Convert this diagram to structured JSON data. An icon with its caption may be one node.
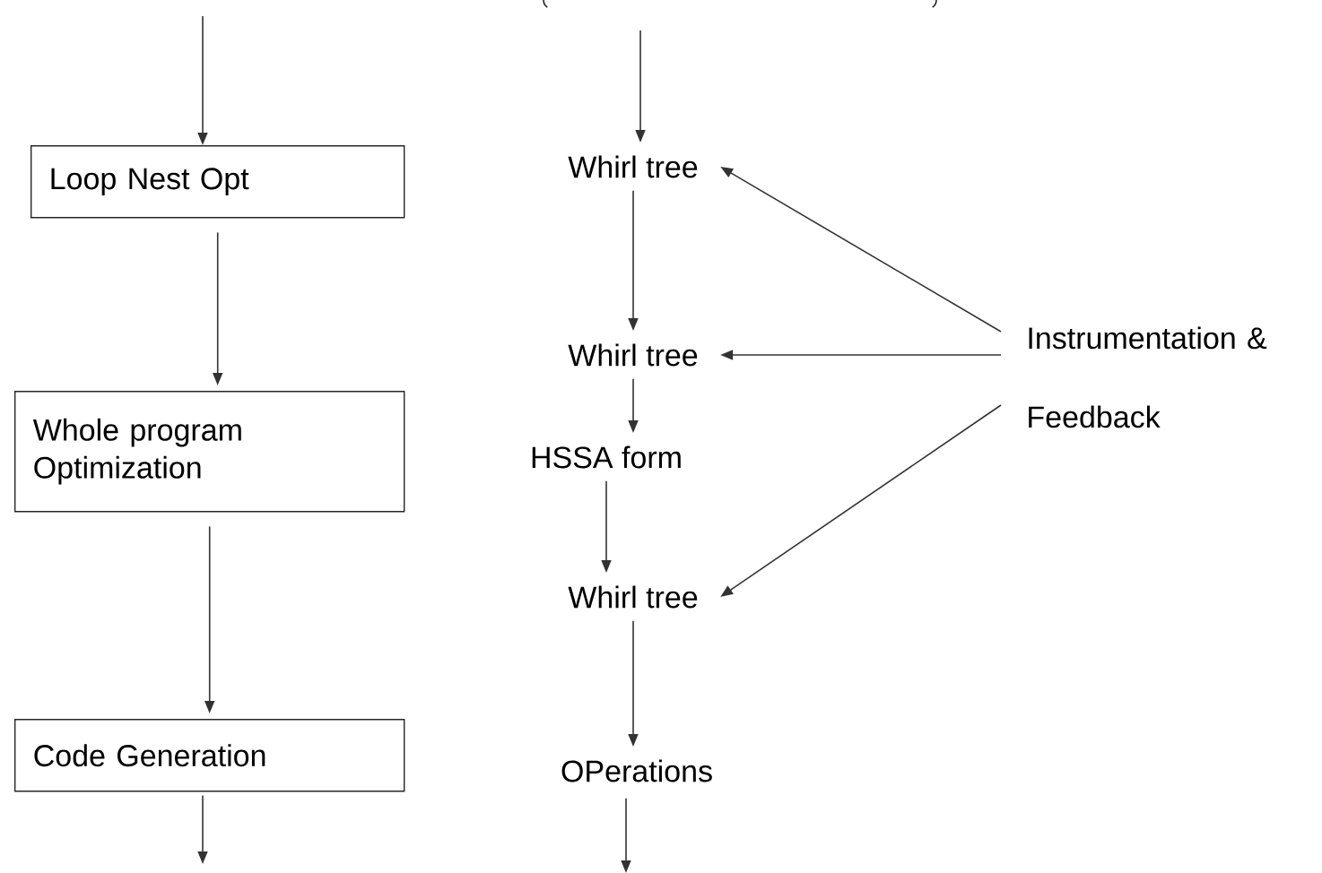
{
  "diagram": {
    "nodes": [
      {
        "text": [
          "Loop Nest Opt"
        ]
      },
      {
        "text": [
          "Whole program Optimization"
        ]
      },
      {
        "text": [
          "Code Generation"
        ]
      },
      {
        "text": [
          "Whirl tree"
        ]
      },
      {
        "text": [
          "Whirl tree"
        ]
      },
      {
        "text": [
          "HSSA form"
        ]
      },
      {
        "text": [
          "Whirl tree"
        ]
      },
      {
        "text": [
          "OPerations"
        ]
      },
      {
        "text": [
          "Instrumentation & Feedback"
        ]
      }
    ],
    "edges": [
      {
        "from": null,
        "to": 0,
        "arrow": "to"
      },
      {
        "from": 0,
        "to": 1,
        "arrow": "to"
      },
      {
        "from": 1,
        "to": 2,
        "arrow": "to"
      },
      {
        "from": 2,
        "to": null,
        "arrow": "to"
      },
      {
        "from": null,
        "to": 3,
        "arrow": "to"
      },
      {
        "from": 3,
        "to": 4,
        "arrow": "to"
      },
      {
        "from": 4,
        "to": 5,
        "arrow": "to"
      },
      {
        "from": 5,
        "to": 6,
        "arrow": "to"
      },
      {
        "from": 6,
        "to": 7,
        "arrow": "to"
      },
      {
        "from": 7,
        "to": null,
        "arrow": "to"
      },
      {
        "from": 8,
        "to": 3,
        "arrow": "to"
      },
      {
        "from": 8,
        "to": 4,
        "arrow": "to"
      },
      {
        "from": 8,
        "to": 6,
        "arrow": "to"
      }
    ]
  }
}
